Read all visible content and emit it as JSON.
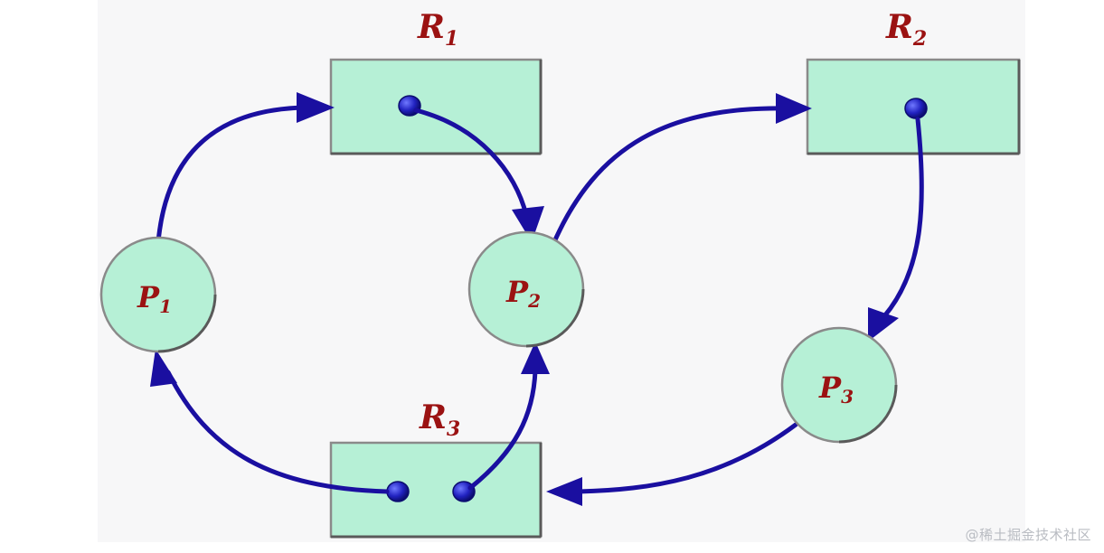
{
  "diagram": {
    "resources": {
      "r1": {
        "name": "R",
        "subscript": "1"
      },
      "r2": {
        "name": "R",
        "subscript": "2"
      },
      "r3": {
        "name": "R",
        "subscript": "3"
      }
    },
    "processes": {
      "p1": {
        "name": "P",
        "subscript": "1"
      },
      "p2": {
        "name": "P",
        "subscript": "2"
      },
      "p3": {
        "name": "P",
        "subscript": "3"
      }
    }
  },
  "colors": {
    "background": "#f7f7f8",
    "node_fill": "#b6f0d6",
    "node_stroke": "#8a8a8a",
    "arrow": "#1a0fa0",
    "instance_dot": "#1a1cb4",
    "label": "#9b1212"
  },
  "watermark": "@稀土掘金技术社区"
}
